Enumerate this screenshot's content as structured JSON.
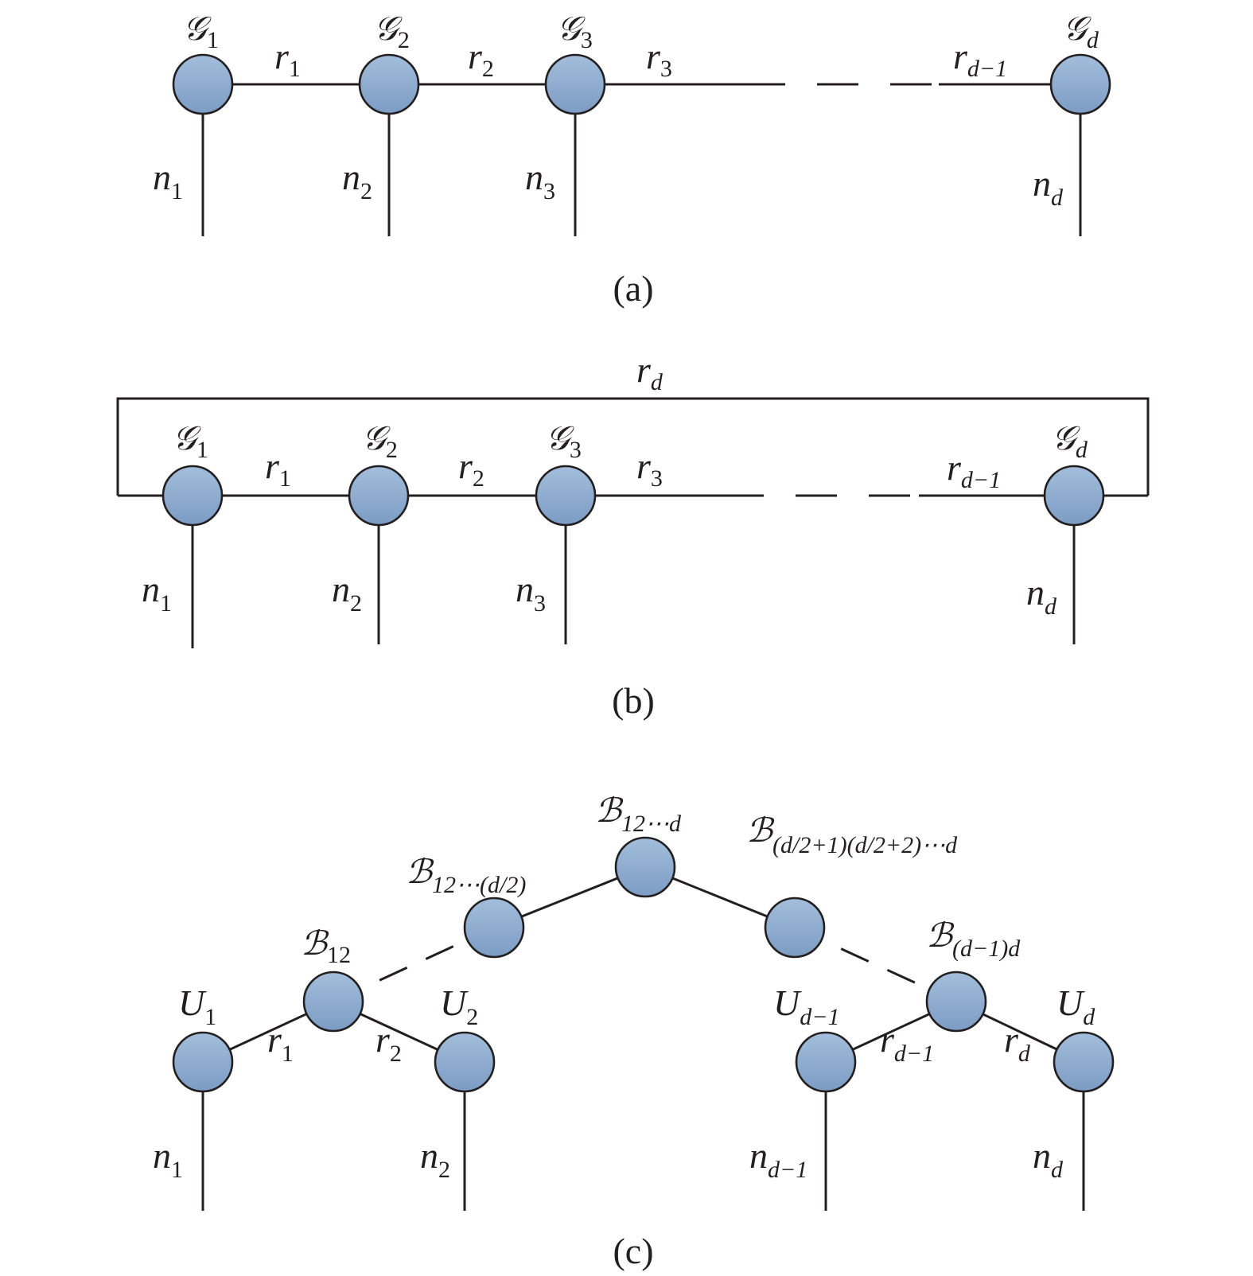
{
  "panel_a": {
    "caption": "(a)",
    "cores": [
      {
        "base": "𝒢",
        "sub": "1"
      },
      {
        "base": "𝒢",
        "sub": "2"
      },
      {
        "base": "𝒢",
        "sub": "3"
      },
      {
        "base": "𝒢",
        "sub": "d"
      }
    ],
    "ranks": [
      {
        "base": "r",
        "sub": "1"
      },
      {
        "base": "r",
        "sub": "2"
      },
      {
        "base": "r",
        "sub": "3"
      },
      {
        "base": "r",
        "sub": "d−1"
      }
    ],
    "dims": [
      {
        "base": "n",
        "sub": "1"
      },
      {
        "base": "n",
        "sub": "2"
      },
      {
        "base": "n",
        "sub": "3"
      },
      {
        "base": "n",
        "sub": "d"
      }
    ]
  },
  "panel_b": {
    "caption": "(b)",
    "loop_rank": {
      "base": "r",
      "sub": "d"
    },
    "cores": [
      {
        "base": "𝒢",
        "sub": "1"
      },
      {
        "base": "𝒢",
        "sub": "2"
      },
      {
        "base": "𝒢",
        "sub": "3"
      },
      {
        "base": "𝒢",
        "sub": "d"
      }
    ],
    "ranks": [
      {
        "base": "r",
        "sub": "1"
      },
      {
        "base": "r",
        "sub": "2"
      },
      {
        "base": "r",
        "sub": "3"
      },
      {
        "base": "r",
        "sub": "d−1"
      }
    ],
    "dims": [
      {
        "base": "n",
        "sub": "1"
      },
      {
        "base": "n",
        "sub": "2"
      },
      {
        "base": "n",
        "sub": "3"
      },
      {
        "base": "n",
        "sub": "d"
      }
    ]
  },
  "panel_c": {
    "caption": "(c)",
    "transfer": [
      {
        "base": "ℬ",
        "sub": "12⋯d"
      },
      {
        "base": "ℬ",
        "sub": "12⋯(d/2)"
      },
      {
        "base": "ℬ",
        "sub": "(d/2+1)(d/2+2)⋯d"
      },
      {
        "base": "ℬ",
        "sub": "12"
      },
      {
        "base": "ℬ",
        "sub": "(d−1)d"
      }
    ],
    "leaves": [
      {
        "base": "U",
        "sub": "1"
      },
      {
        "base": "U",
        "sub": "2"
      },
      {
        "base": "U",
        "sub": "d−1"
      },
      {
        "base": "U",
        "sub": "d"
      }
    ],
    "ranks": [
      {
        "base": "r",
        "sub": "1"
      },
      {
        "base": "r",
        "sub": "2"
      },
      {
        "base": "r",
        "sub": "d−1"
      },
      {
        "base": "r",
        "sub": "d"
      }
    ],
    "dims": [
      {
        "base": "n",
        "sub": "1"
      },
      {
        "base": "n",
        "sub": "2"
      },
      {
        "base": "n",
        "sub": "d−1"
      },
      {
        "base": "n",
        "sub": "d"
      }
    ]
  },
  "colors": {
    "node_top": "#a3bedb",
    "node_bottom": "#7c9cc4",
    "stroke": "#231f20"
  }
}
